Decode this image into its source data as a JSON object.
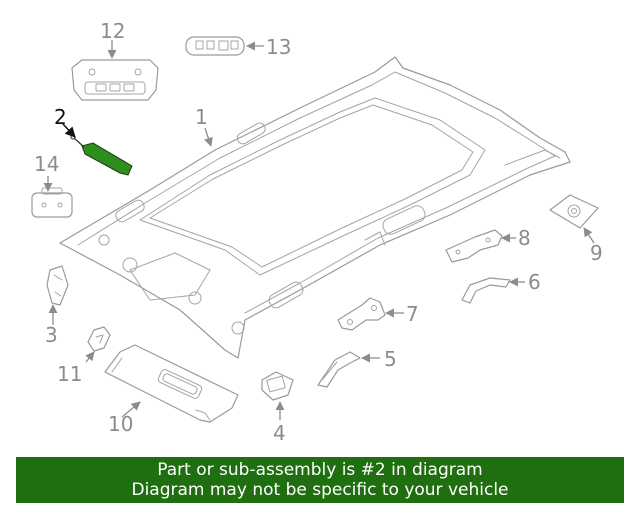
{
  "callouts": {
    "c1": "1",
    "c2": "2",
    "c3": "3",
    "c4": "4",
    "c5": "5",
    "c6": "6",
    "c7": "7",
    "c8": "8",
    "c9": "9",
    "c10": "10",
    "c11": "11",
    "c12": "12",
    "c13": "13",
    "c14": "14"
  },
  "highlight_color": "#1f6e10",
  "banner": {
    "line1": "Part or sub-assembly is #2 in diagram",
    "line2": "Diagram may not be specific to your vehicle"
  }
}
